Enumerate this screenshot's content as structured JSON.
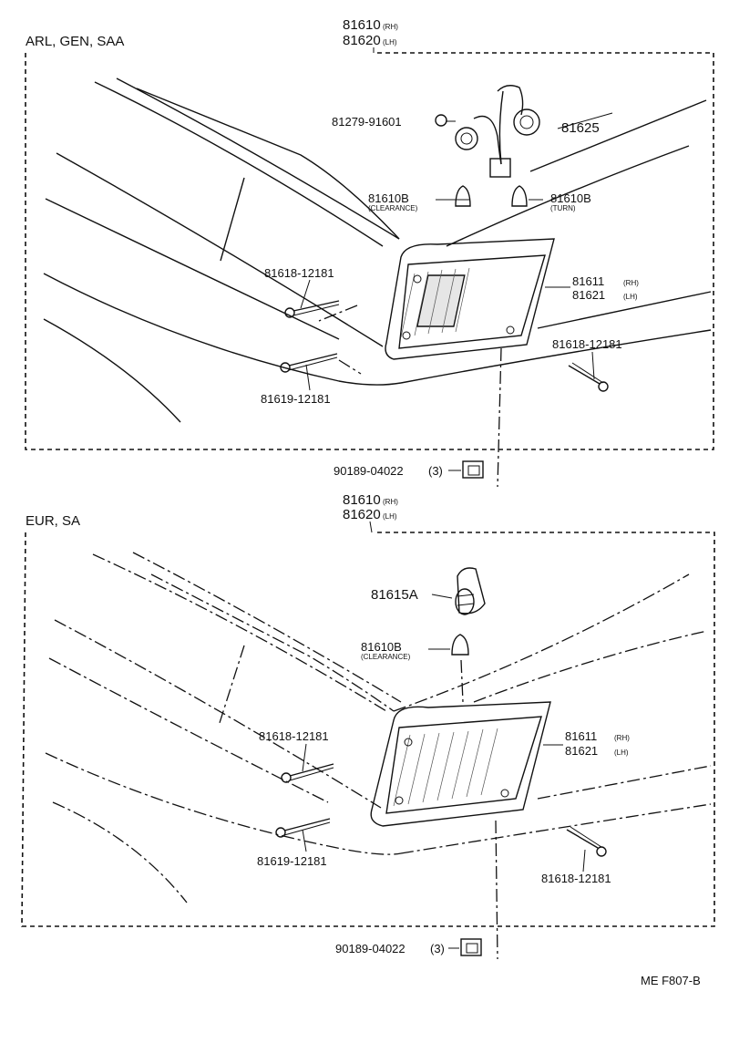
{
  "sections": [
    {
      "name": "ARL, GEN, SAA",
      "assembly_rh": "81610",
      "assembly_rh_tag": "(RH)",
      "assembly_lh": "81620",
      "assembly_lh_tag": "(LH)",
      "parts": {
        "bulb_cap": "81279-91601",
        "socket": "81625",
        "bulb_clearance": "81610B",
        "bulb_clearance_note": "(CLEARANCE)",
        "bulb_turn": "81610B",
        "bulb_turn_note": "(TURN)",
        "screw_upper": "81618-12181",
        "lens_rh": "81611",
        "lens_rh_tag": "(RH)",
        "lens_lh": "81621",
        "lens_lh_tag": "(LH)",
        "screw_lower": "81619-12181",
        "screw_right": "81618-12181",
        "nut": "90189-04022",
        "nut_qty": "(3)"
      }
    },
    {
      "name": "EUR, SA",
      "assembly_rh": "81610",
      "assembly_rh_tag": "(RH)",
      "assembly_lh": "81620",
      "assembly_lh_tag": "(LH)",
      "parts": {
        "socket": "81615A",
        "bulb_clearance": "81610B",
        "bulb_clearance_note": "(CLEARANCE)",
        "screw_upper": "81618-12181",
        "lens_rh": "81611",
        "lens_rh_tag": "(RH)",
        "lens_lh": "81621",
        "lens_lh_tag": "(LH)",
        "screw_lower": "81619-12181",
        "screw_right": "81618-12181",
        "nut": "90189-04022",
        "nut_qty": "(3)"
      }
    }
  ],
  "figure_code": "ME F807-B"
}
